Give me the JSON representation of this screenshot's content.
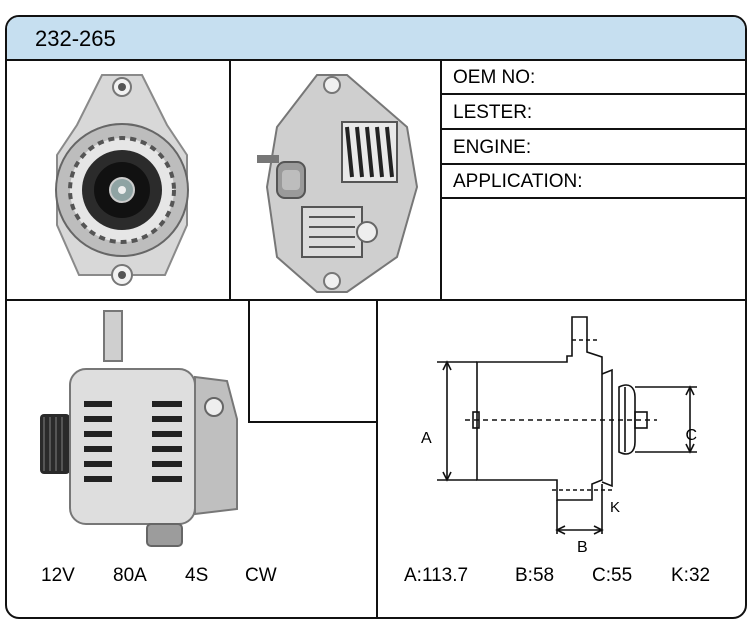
{
  "part_number": "232-265",
  "specs": {
    "oem_label": "OEM NO:",
    "lester_label": "LESTER:",
    "engine_label": "ENGINE:",
    "application_label": "APPLICATION:"
  },
  "ratings": {
    "voltage": "12V",
    "amperage": "80A",
    "pulley": "4S",
    "rotation": "CW"
  },
  "diagram": {
    "label_a": "A",
    "label_b": "B",
    "label_c": "C",
    "label_k": "K"
  },
  "dimensions": {
    "a": "A:113.7",
    "b": "B:58",
    "c": "C:55",
    "k": "K:32"
  }
}
